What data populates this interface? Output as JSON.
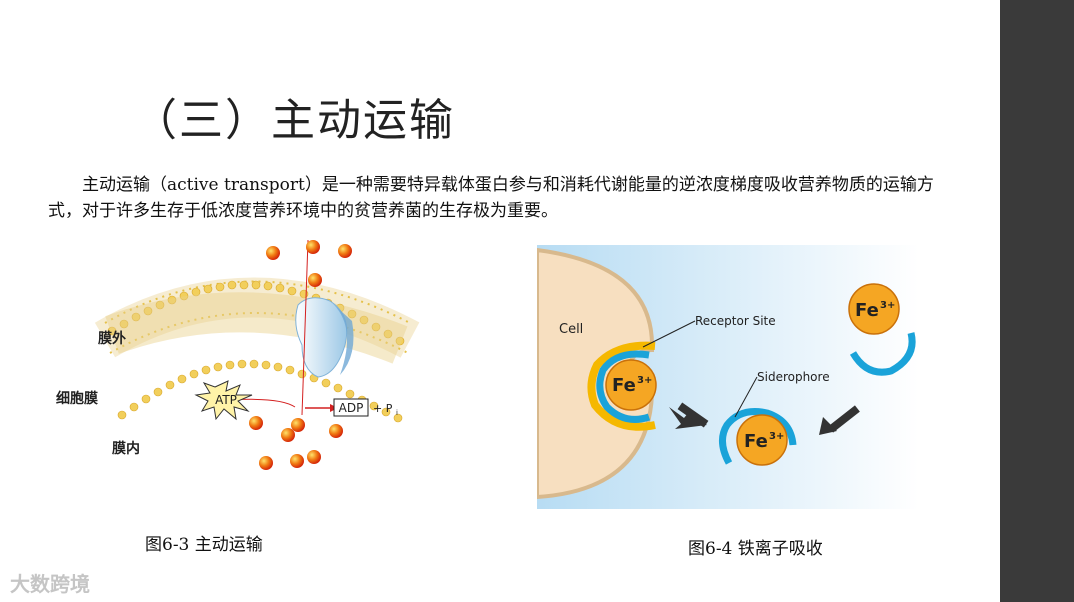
{
  "slide": {
    "title": "（三）主动运输",
    "paragraph": "主动运输（active transport）是一种需要特异载体蛋白参与和消耗代谢能量的逆浓度梯度吸收营养物质的运输方式，对于许多生存于低浓度营养环境中的贫营养菌的生存极为重要。"
  },
  "figure1": {
    "caption": "图6-3 主动运输",
    "label_outside": "膜外",
    "label_membrane": "细胞膜",
    "label_inside": "膜内",
    "atp": "ATP",
    "adp": "ADP",
    "pi": "+ P",
    "pi_sub": "i"
  },
  "figure2": {
    "caption": "图6-4 铁离子吸收",
    "cell_label": "Cell",
    "receptor_label": "Receptor Site",
    "siderophore_label": "Siderophore",
    "fe_text": "Fe",
    "fe_charge": "3+"
  },
  "watermark": "大数跨境",
  "colors": {
    "sidebar": "#3a3a3a",
    "cell_fill": "#f7dfc0",
    "bg_blue": "#bfe0f5",
    "siderophore": "#1aa3d9",
    "receptor": "#f5b800",
    "iron": "#f5a623"
  }
}
